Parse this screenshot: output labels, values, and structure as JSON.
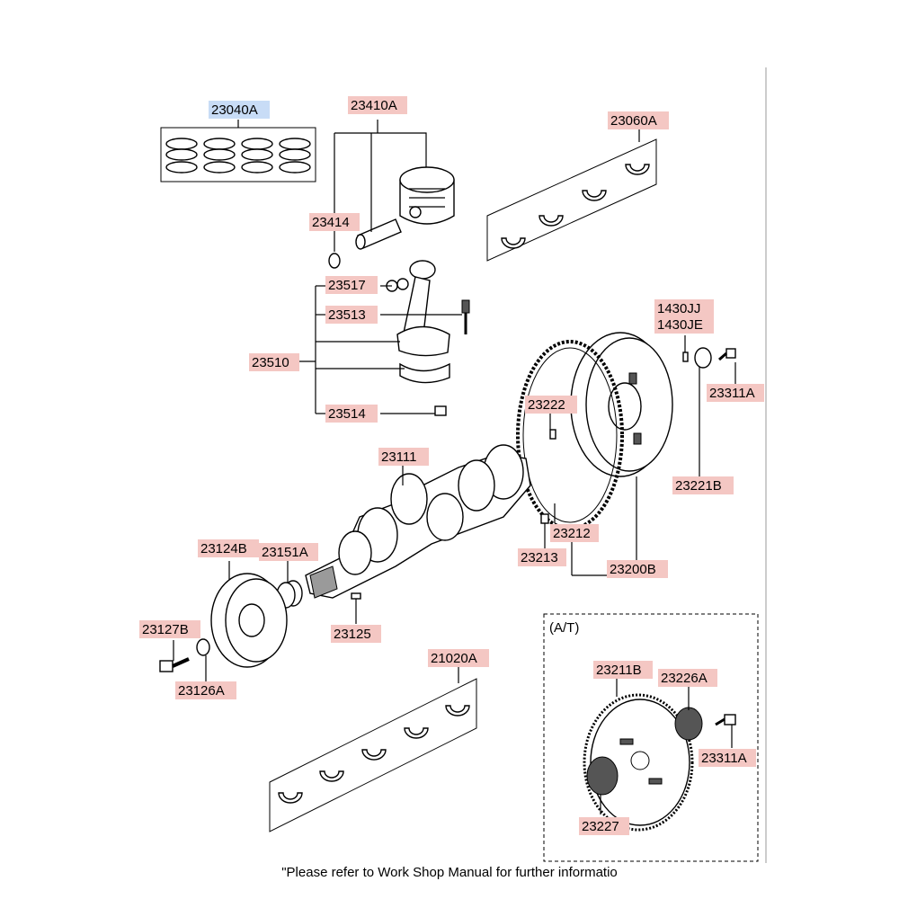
{
  "labels": {
    "l23040A": "23040A",
    "l23410A": "23410A",
    "l23060A": "23060A",
    "l23414": "23414",
    "l23517": "23517",
    "l23513": "23513",
    "l23510": "23510",
    "l23514": "23514",
    "l1430JJ": "1430JJ",
    "l1430JE": "1430JE",
    "l23311A_top": "23311A",
    "l23222": "23222",
    "l23221B": "23221B",
    "l23111": "23111",
    "l23212": "23212",
    "l23213": "23213",
    "l23200B": "23200B",
    "l23124B": "23124B",
    "l23151A": "23151A",
    "l23127B": "23127B",
    "l23125": "23125",
    "l23126A": "23126A",
    "l21020A": "21020A",
    "l23211B": "23211B",
    "l23226A": "23226A",
    "l23311A_bottom": "23311A",
    "l23227": "23227"
  },
  "at_section_label": "(A/T)",
  "footer_note": "\"Please refer to Work Shop Manual for further informatio",
  "colors": {
    "label_bg": "#f4c7c3",
    "label_bg_selected": "#c8dcf6",
    "line": "#000000"
  }
}
